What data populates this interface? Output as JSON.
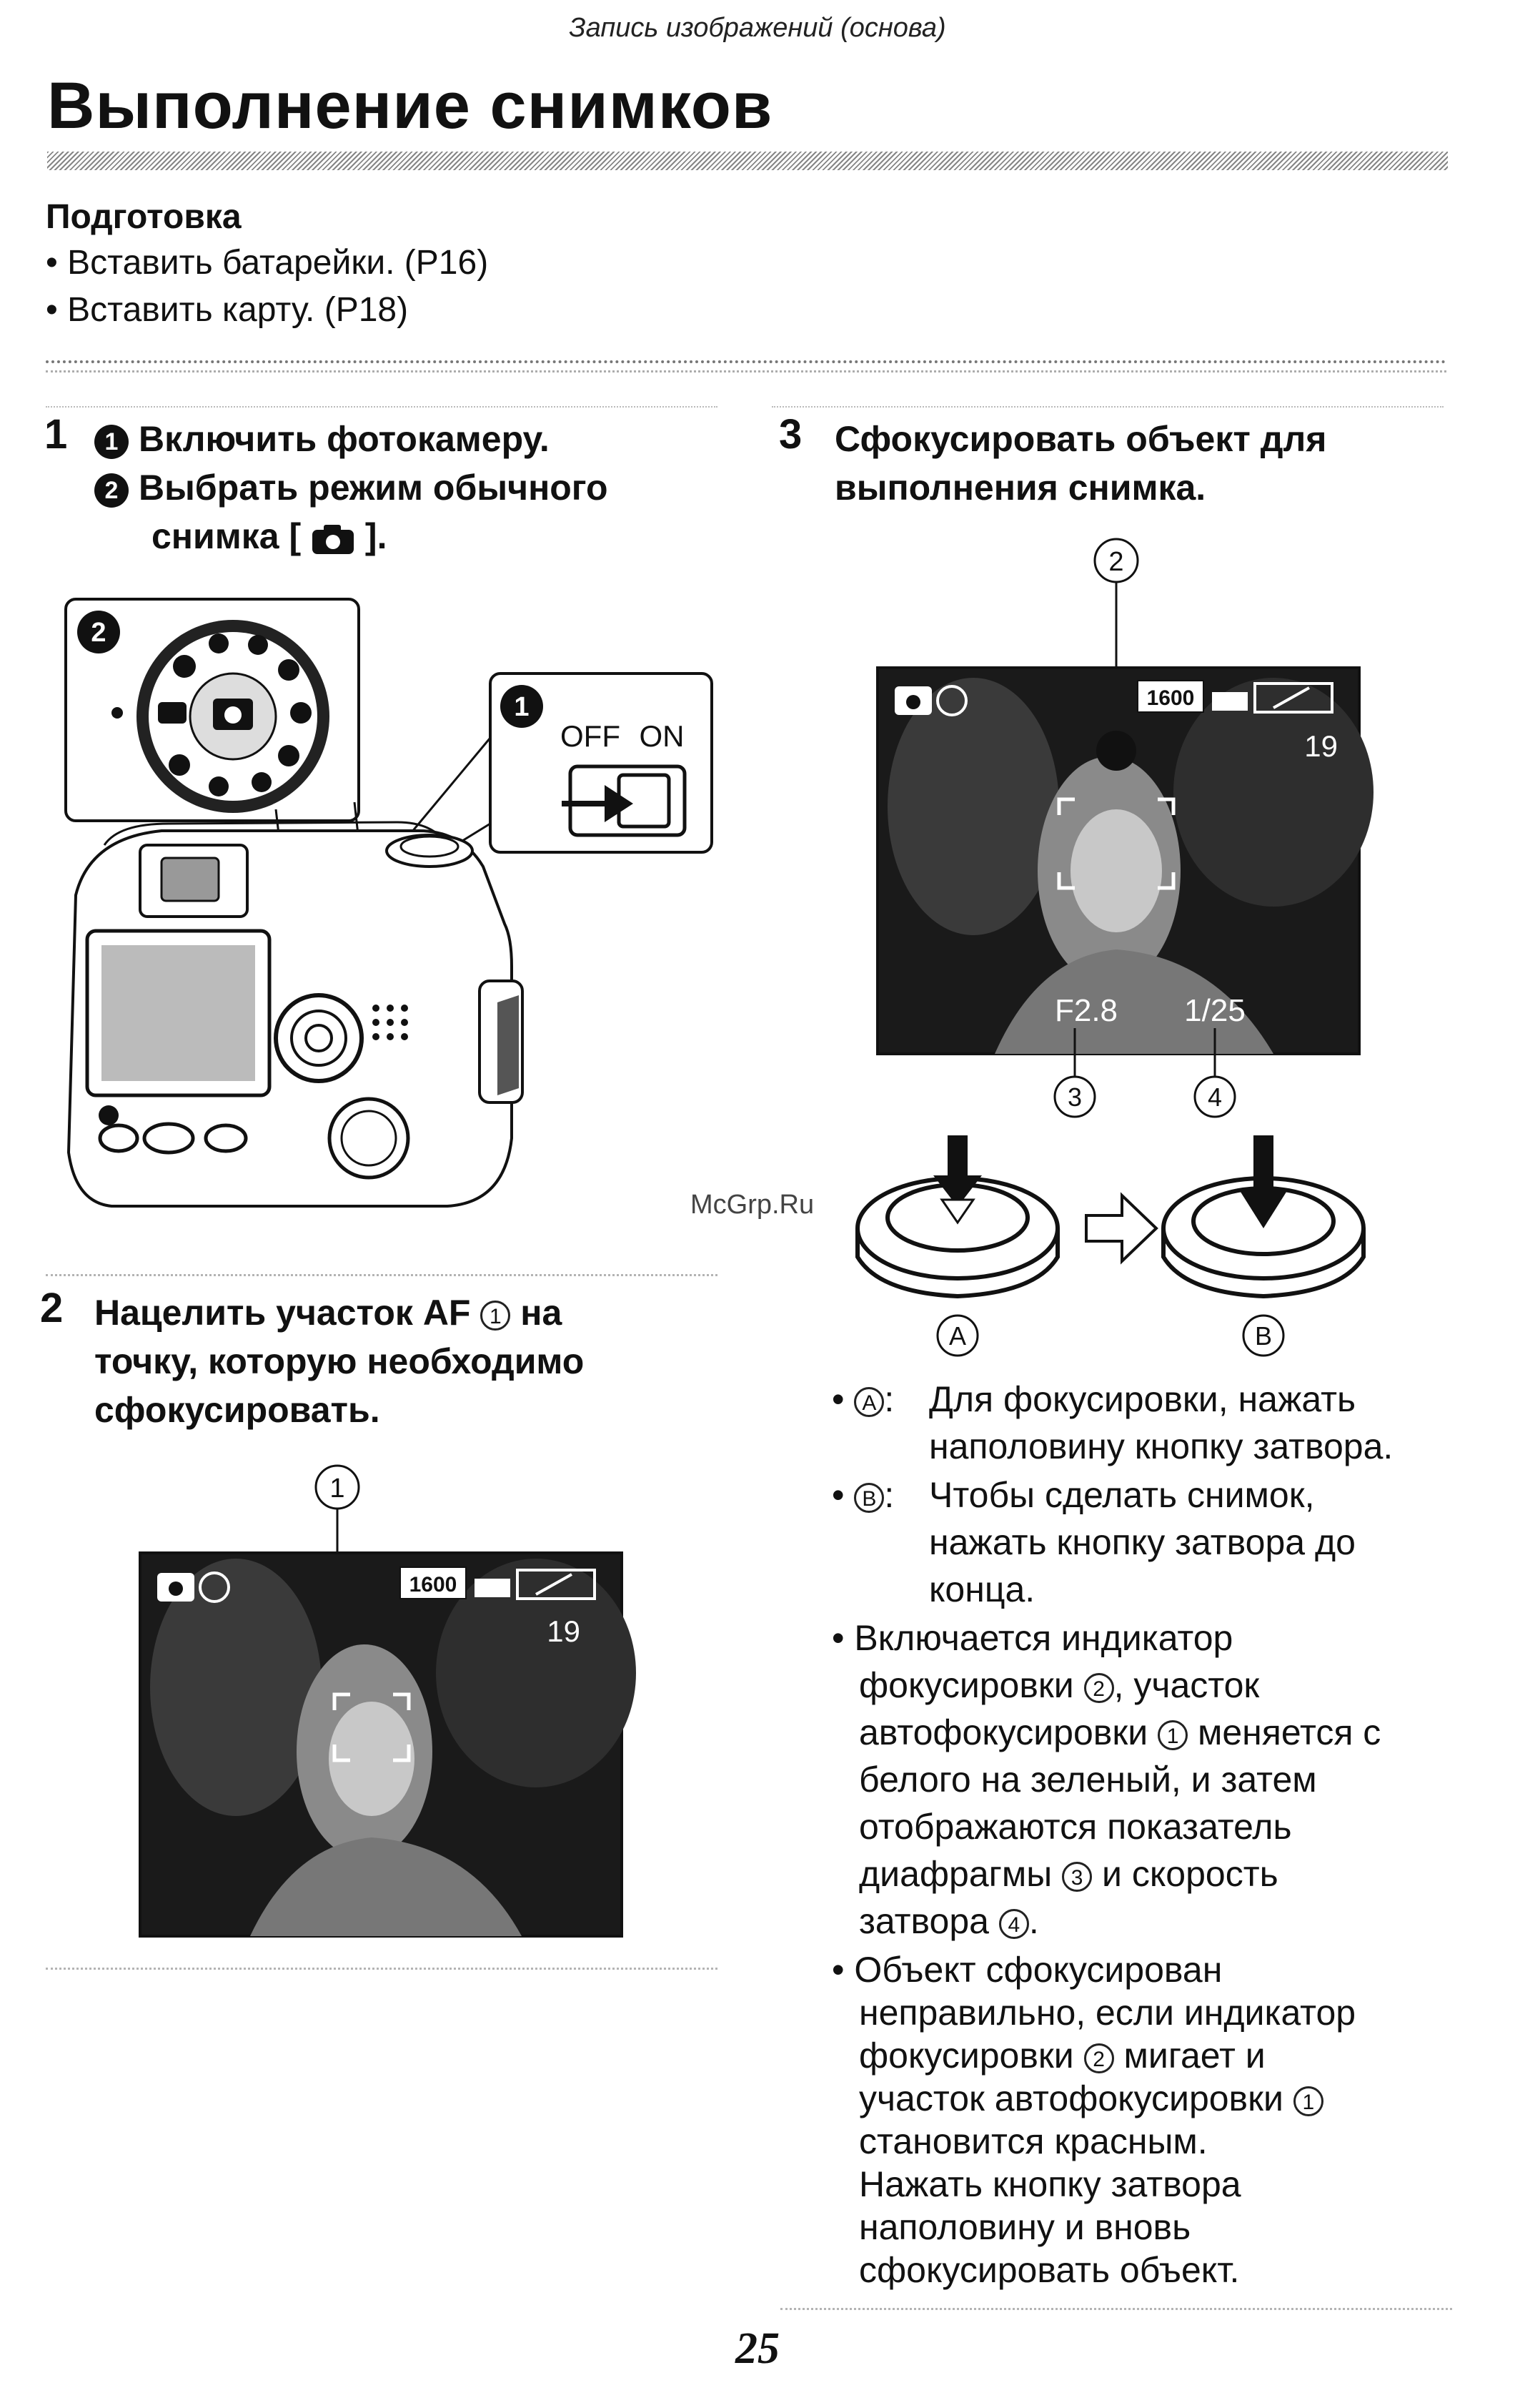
{
  "header": {
    "section": "Запись изображений (основа)"
  },
  "title": "Выполнение снимков",
  "preparation": {
    "heading": "Подготовка",
    "items": [
      "• Вставить батарейки. (P16)",
      "• Вставить карту. (P18)"
    ]
  },
  "step1": {
    "number": "1",
    "marker1": "1",
    "line1": "Включить фотокамеру.",
    "marker2": "2",
    "line2": "Выбрать режим обычного",
    "line3a": "снимка [",
    "line3b": "].",
    "figure": {
      "callout1": "1",
      "callout2": "2",
      "switch_off": "OFF",
      "switch_on": "ON"
    }
  },
  "step2": {
    "number": "2",
    "line1a": "Нацелить участок AF",
    "line1_ref": "1",
    "line1b": "на",
    "line2": "точку, которую необходимо",
    "line3": "сфокусировать.",
    "figure": {
      "label": "1",
      "iso": "1600",
      "count": "19"
    }
  },
  "step3": {
    "number": "3",
    "line1": "Сфокусировать объект для",
    "line2": "выполнения снимка.",
    "figure": {
      "label_top": "2",
      "iso": "1600",
      "count": "19",
      "aperture": "F2.8",
      "shutter": "1/25",
      "label_3": "3",
      "label_4": "4",
      "label_a": "A",
      "label_b": "B"
    }
  },
  "notes": {
    "a_ref": "A",
    "a_line1": "Для фокусировки, нажать",
    "a_line2": "наполовину кнопку затвора.",
    "b_ref": "B",
    "b_line1": "Чтобы сделать снимок,",
    "b_line2": "нажать кнопку затвора до",
    "b_line3": "конца.",
    "p1_line1": "• Включается индикатор",
    "p1_line2a": "фокусировки",
    "p1_line2_ref": "2",
    "p1_line2b": ", участок",
    "p1_line3a": "автофокусировки",
    "p1_line3_ref": "1",
    "p1_line3b": "меняется с",
    "p1_line4": "белого на зеленый, и затем",
    "p1_line5": "отображаются показатель",
    "p1_line6a": "диафрагмы",
    "p1_line6_ref": "3",
    "p1_line6b": "и скорость",
    "p1_line7a": "затвора",
    "p1_line7_ref": "4",
    "p1_line7b": ".",
    "p2_line1": "• Объект сфокусирован",
    "p2_line2": "неправильно, если индикатор",
    "p2_line3a": "фокусировки",
    "p2_line3_ref": "2",
    "p2_line3b": "мигает и",
    "p2_line4a": "участок автофокусировки",
    "p2_line4_ref": "1",
    "p2_line5": "становится красным.",
    "p2_line6": "Нажать кнопку затвора",
    "p2_line7": "наполовину и вновь",
    "p2_line8": "сфокусировать объект."
  },
  "watermark": "McGrp.Ru",
  "page_number": "25"
}
